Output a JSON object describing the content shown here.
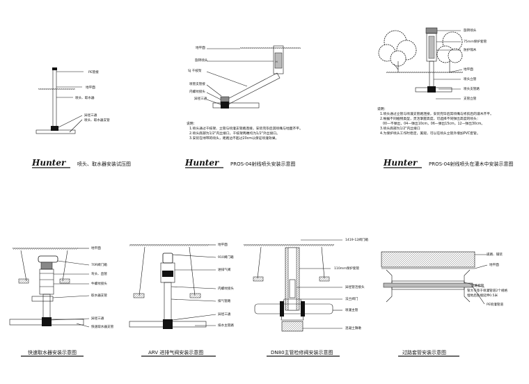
{
  "brand": "Hunter",
  "panels": {
    "top_left": {
      "caption": "喷头、取水器安装试压图",
      "labels": [
        "PE管接",
        "地平面",
        "喷头、取水器",
        "异径三通",
        "喷头、取水器支管"
      ]
    },
    "top_middle": {
      "caption": "PROS-04射线喷头安装示意图",
      "labels": [
        "地平面",
        "旋转喷头",
        "SJ 千枝架",
        "喷管支管接",
        "内螺纹接头",
        "异径三通"
      ],
      "notes_title": "说明：",
      "notes": [
        "1.喷头通过千枝架、立管与喷灌支管路连接，安装完毕后其喷嘴与地面齐平。",
        "2.喷头底部为1/2\"内丝接口，千枝架两端均为1/2\"外丝接口。",
        "3.安装在绿带的喷头，距路边不超过20cm以保证喷灌效果。"
      ]
    },
    "top_right": {
      "caption": "PROS-04射线喷头在灌木中安装示意图",
      "labels": [
        "旋转喷头",
        "75mm保护套管",
        "防护隔木",
        "地平面",
        "喷头立管",
        "喷头支管路",
        "支管立管"
      ],
      "notes_title": "说明：",
      "notes": [
        "1.喷头通过立管与喷灌支管路连接，安装完毕后其喷嘴与修剪后的灌木齐平。",
        "2.根据不同植物类型，灵活掌握高度，可选择不同弹出高度的喷头：",
        "00—不弹出，04—弹出10cm，06—弹出15cm，12—弹出30cm。",
        "3.喷头底部为1/2\"内丝接口",
        "4.为保护喷头工作时稳定，美观，可以在喷头立管外增加PVC套管。"
      ]
    },
    "bottom_1": {
      "caption": "快速取水器安装示意图",
      "labels": [
        "地平面",
        "70R阀门箱",
        "弯头、直管",
        "牛螺纹接头",
        "取水器支管",
        "异径三通",
        "快速取水器支管"
      ]
    },
    "bottom_2": {
      "caption": "ARV 进排气阀安装示意图",
      "labels": [
        "地平面",
        "910阀门箱",
        "进排气阀",
        "内螺纹接头",
        "排气管路",
        "异径三通",
        "排水主管路"
      ]
    },
    "bottom_3": {
      "caption": "DN80主管检修阀安装示意图",
      "labels": [
        "1419-12阀门箱",
        "110mm保护套管",
        "异径管活接头",
        "法兰阀门",
        "喷灌主管",
        "混凝土镇墩"
      ]
    },
    "bottom_4": {
      "caption": "过路套管安装示意图",
      "labels": [
        "道路、铺装",
        "地平面",
        "过路套管",
        "管大于等于喷灌管道2个规格",
        "埋地后各端延伸0.5米",
        "PE喷灌管道"
      ]
    }
  }
}
